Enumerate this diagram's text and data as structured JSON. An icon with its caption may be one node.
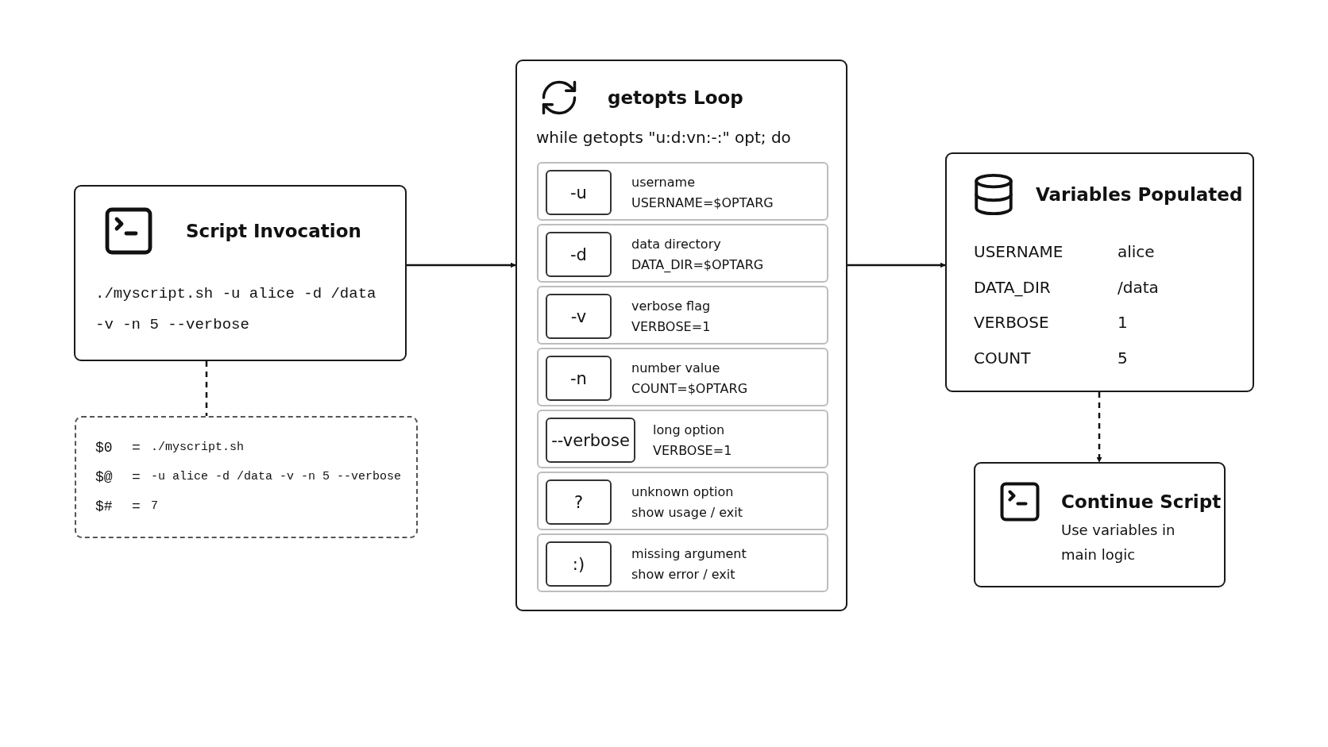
{
  "diagram": {
    "nodes": [
      {
        "text": [
          "Script Invocation",
          "./myscript.sh -u alice -d /data -v -n 5 --verbose"
        ]
      },
      {
        "text": [
          "$0",
          "=",
          "./myscript.sh",
          "$@",
          "=",
          "-u alice -d /data -v -n 5 --verbose",
          "$#",
          "=",
          "7"
        ]
      },
      {
        "text": [
          "getopts Loop",
          "while getopts \"u:d:vn:-:\" opt; do"
        ]
      },
      {
        "text": [
          "username",
          "USERNAME=$OPTARG"
        ],
        "in": 2
      },
      {
        "text": [
          "-u"
        ],
        "in": 3
      },
      {
        "text": [
          "data directory",
          "DATA_DIR=$OPTARG"
        ],
        "in": 2
      },
      {
        "text": [
          "-d"
        ],
        "in": 5
      },
      {
        "text": [
          "verbose flag",
          "VERBOSE=1"
        ],
        "in": 2
      },
      {
        "text": [
          "-v"
        ],
        "in": 7
      },
      {
        "text": [
          "number value",
          "COUNT=$OPTARG"
        ],
        "in": 2
      },
      {
        "text": [
          "-n"
        ],
        "in": 9
      },
      {
        "text": [
          "long option",
          "VERBOSE=1"
        ],
        "in": 2
      },
      {
        "text": [
          "--verbose"
        ],
        "in": 11
      },
      {
        "text": [
          "unknown option",
          "show usage / exit"
        ],
        "in": 2
      },
      {
        "text": [
          "?"
        ],
        "in": 13
      },
      {
        "text": [
          "missing argument",
          "show error / exit"
        ],
        "in": 2
      },
      {
        "text": [
          ":)"
        ],
        "in": 15
      },
      {
        "text": [
          "Variables Populated",
          "USERNAME",
          "alice",
          "DATA_DIR",
          "/data",
          "VERBOSE",
          "1",
          "COUNT",
          "5"
        ]
      },
      {
        "text": [
          "Continue Script",
          "Use variables in main logic"
        ]
      }
    ],
    "edges": [
      {
        "from": 0,
        "to": 2,
        "arrow": "to"
      },
      {
        "from": 0,
        "to": 1,
        "arrow": "none",
        "style": "dashed"
      },
      {
        "from": 2,
        "to": 17,
        "arrow": "to"
      },
      {
        "from": 17,
        "to": 18,
        "arrow": "to",
        "style": "dashed"
      }
    ]
  }
}
